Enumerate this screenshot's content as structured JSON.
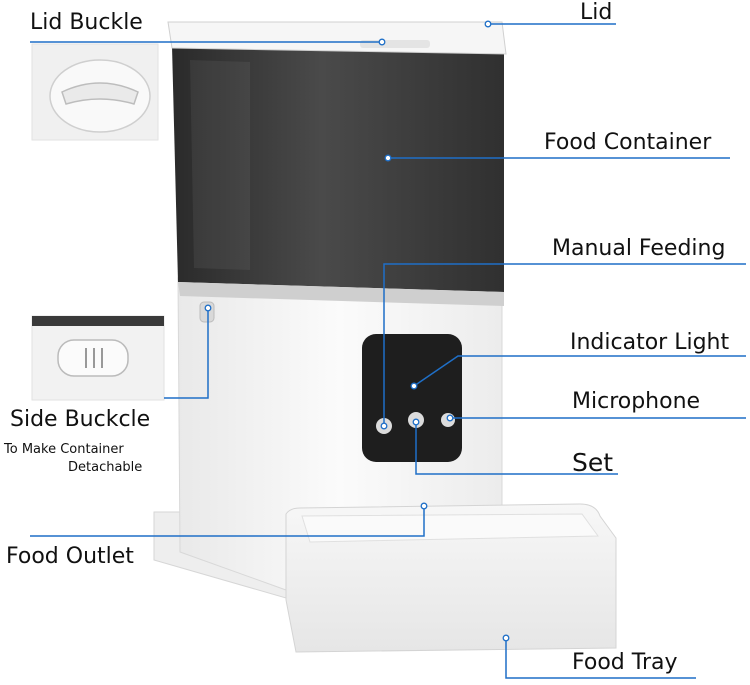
{
  "labels": {
    "lid_buckle": "Lid Buckle",
    "lid": "Lid",
    "food_container": "Food Container",
    "manual_feeding": "Manual Feeding",
    "indicator_light": "Indicator Light",
    "microphone": "Microphone",
    "set": "Set",
    "side_buckle": "Side Buckcle",
    "side_buckle_note_1": "To Make Container",
    "side_buckle_note_2": "Detachable",
    "food_outlet": "Food Outlet",
    "food_tray": "Food Tray"
  },
  "colors": {
    "leader_line": "#1f6fc7",
    "container_smoke": "#3a3a3a",
    "body_white": "#f4f4f4",
    "panel": "#1e1e1e"
  }
}
